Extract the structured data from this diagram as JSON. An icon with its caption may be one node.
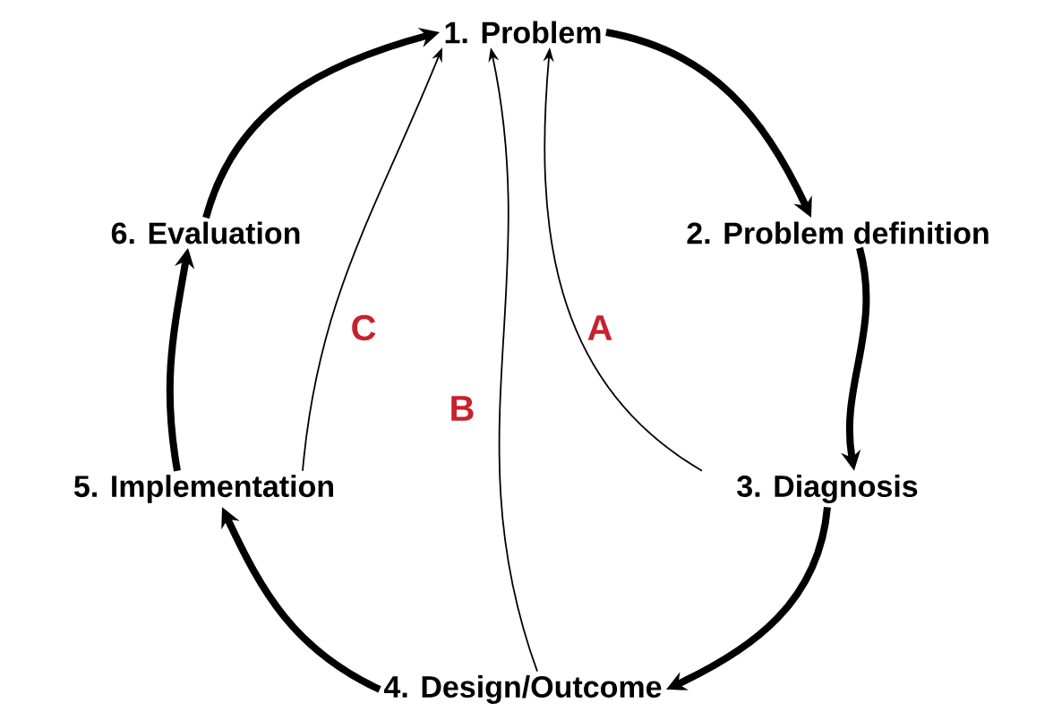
{
  "diagram": {
    "nodes": [
      {
        "text": [
          "1. Problem"
        ]
      },
      {
        "text": [
          "2. Problem definition"
        ]
      },
      {
        "text": [
          "3. Diagnosis"
        ]
      },
      {
        "text": [
          "4. Design/Outcome"
        ]
      },
      {
        "text": [
          "5. Implementation"
        ]
      },
      {
        "text": [
          "6. Evaluation"
        ]
      }
    ],
    "edges": [
      {
        "from": 0,
        "to": 1,
        "arrow": "to"
      },
      {
        "from": 1,
        "to": 2,
        "arrow": "to"
      },
      {
        "from": 2,
        "to": 3,
        "arrow": "to"
      },
      {
        "from": 3,
        "to": 4,
        "arrow": "to"
      },
      {
        "from": 4,
        "to": 5,
        "arrow": "to"
      },
      {
        "from": 5,
        "to": 0,
        "arrow": "to"
      },
      {
        "from": 2,
        "to": 0,
        "arrow": "to",
        "label": "A"
      },
      {
        "from": 3,
        "to": 0,
        "arrow": "to",
        "label": "B"
      },
      {
        "from": 4,
        "to": 0,
        "arrow": "to",
        "label": "C"
      }
    ]
  }
}
